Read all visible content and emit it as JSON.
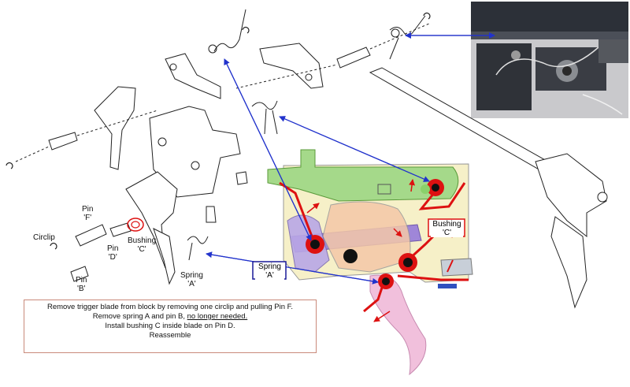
{
  "labels": {
    "pin_f": [
      "Pin",
      "'F'"
    ],
    "circlip": "Circlip",
    "pin_d": [
      "Pin",
      "'D'"
    ],
    "bushing_c": [
      "Bushing",
      "'C'"
    ],
    "spring_a": [
      "Spring",
      "'A'"
    ],
    "pin_b": [
      "Pin",
      "'B'"
    ],
    "spring_a_box": [
      "Spring",
      "'A'"
    ],
    "bushing_c_box": [
      "Bushing",
      "'C'"
    ]
  },
  "instructions": {
    "line1": "Remove trigger blade from block by removing one circlip and pulling Pin F.",
    "line2_prefix": "Remove spring A and pin B, ",
    "line2_underlined": "no longer needed.",
    "line3": "Install bushing C inside blade on Pin D.",
    "line4": "Reassemble"
  },
  "colors": {
    "arrow": "#2233cc",
    "highlight_red": "#dd1111",
    "box_blue": "#1a1a99",
    "box_red": "#dd1111",
    "note_border": "#c98a7a"
  }
}
